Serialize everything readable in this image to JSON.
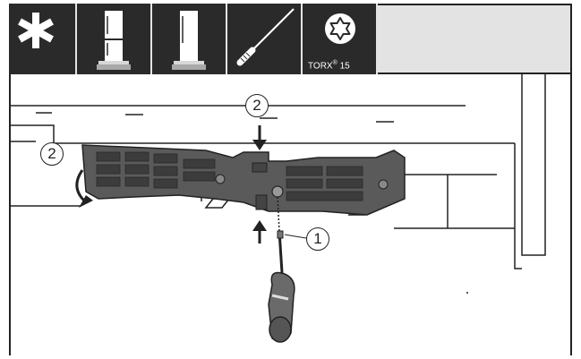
{
  "header": {
    "icons": [
      {
        "name": "asterisk-icon"
      },
      {
        "name": "fridge-freezer-icon"
      },
      {
        "name": "fridge-icon"
      },
      {
        "name": "screwdriver-icon"
      },
      {
        "name": "torx-icon",
        "label": "TORX",
        "registered": "®",
        "size": "15"
      }
    ]
  },
  "callouts": {
    "top": "2",
    "left": "2",
    "right": "1"
  },
  "colors": {
    "tile_bg": "#2a2a2a",
    "header_bg": "#e3e3e3",
    "part_fill": "#5a5a5a",
    "line": "#222222"
  }
}
